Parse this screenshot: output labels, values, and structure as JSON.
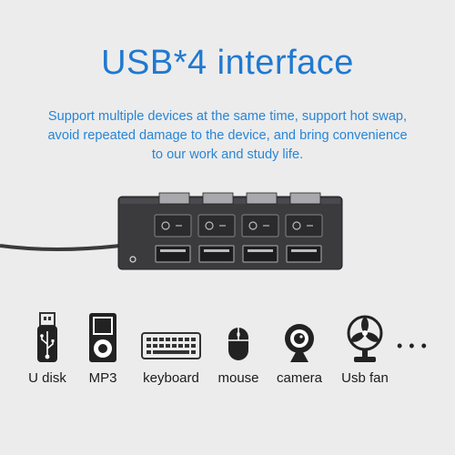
{
  "header": {
    "title": "USB*4 interface",
    "subtitle_lines": [
      "Support multiple devices at the same time, support hot swap,",
      "avoid repeated damage to the device, and bring convenience",
      "to our work and study life."
    ]
  },
  "colors": {
    "accent": "#1f79d1",
    "background": "#ececec",
    "hub": "#3a3a3c"
  },
  "devices": [
    {
      "label": "U disk",
      "icon": "usb-drive-icon"
    },
    {
      "label": "MP3",
      "icon": "mp3-player-icon"
    },
    {
      "label": "keyboard",
      "icon": "keyboard-icon"
    },
    {
      "label": "mouse",
      "icon": "mouse-icon"
    },
    {
      "label": "camera",
      "icon": "webcam-icon"
    },
    {
      "label": "Usb fan",
      "icon": "fan-icon"
    }
  ],
  "more": "• • •"
}
